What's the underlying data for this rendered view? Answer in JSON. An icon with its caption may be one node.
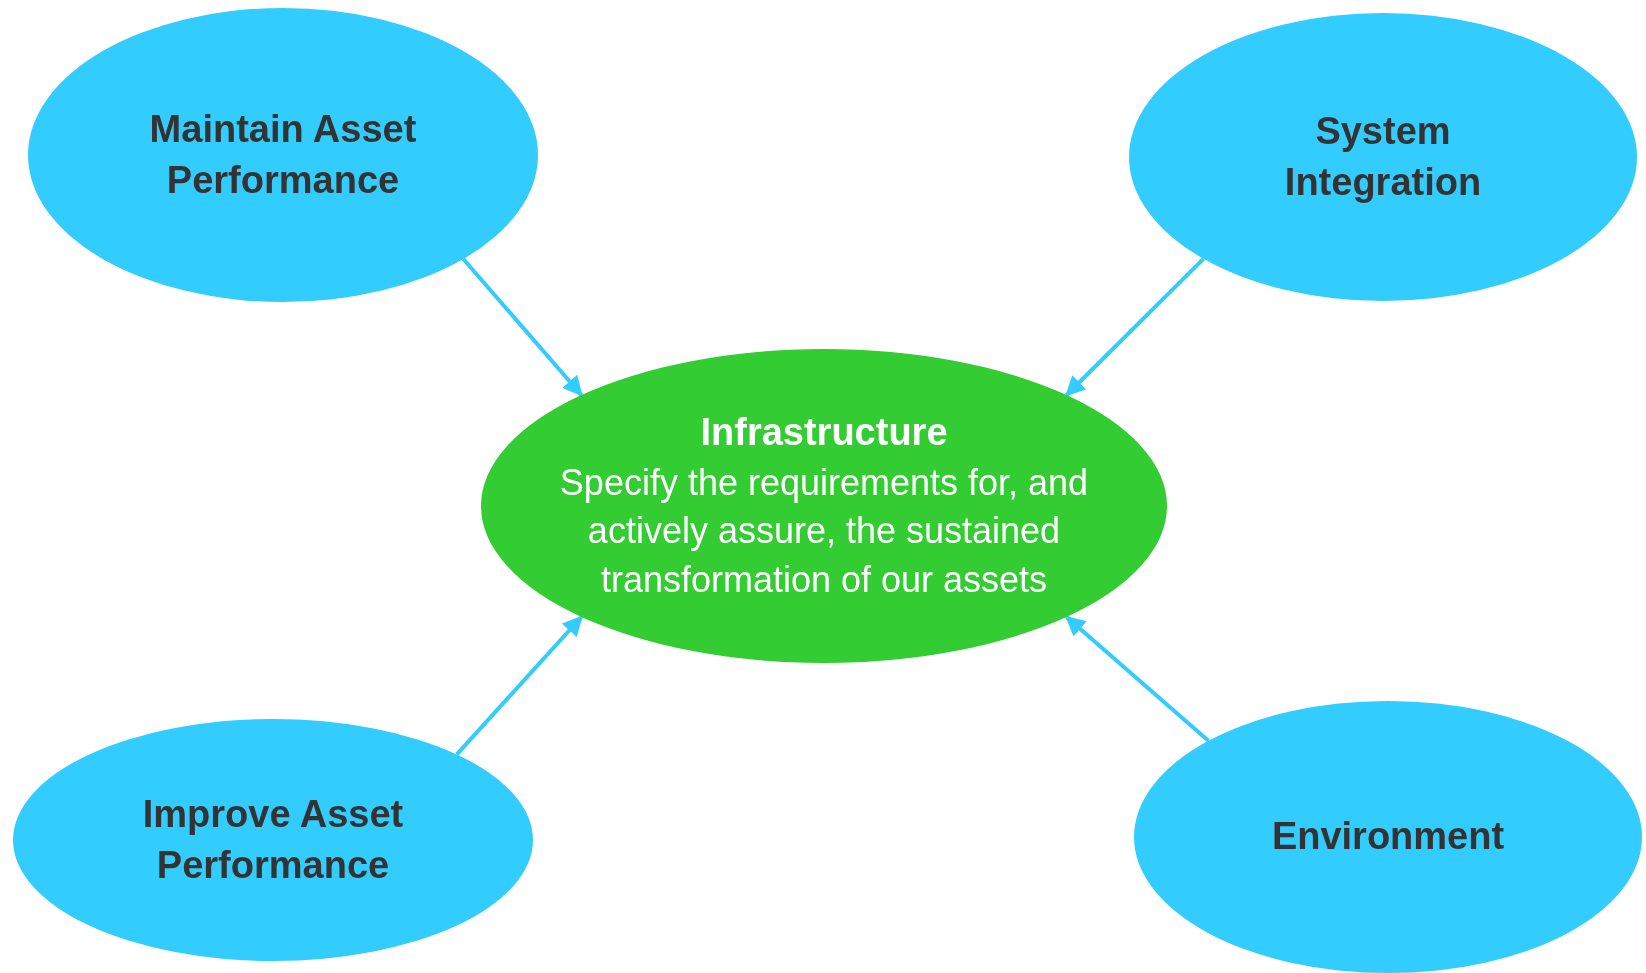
{
  "diagram": {
    "nodes": [
      {
        "text": [
          "Maintain Asset Performance"
        ]
      },
      {
        "text": [
          "System Integration"
        ]
      },
      {
        "text": [
          "Infrastructure",
          "Specify the requirements for, and actively assure, the sustained transformation of our assets"
        ]
      },
      {
        "text": [
          "Improve Asset Performance"
        ]
      },
      {
        "text": [
          "Environment"
        ]
      }
    ],
    "edges": [
      {
        "from": 0,
        "to": 2,
        "arrow": "to"
      },
      {
        "from": 1,
        "to": 2,
        "arrow": "to"
      },
      {
        "from": 3,
        "to": 2,
        "arrow": "to"
      },
      {
        "from": 4,
        "to": 2,
        "arrow": "to"
      }
    ]
  }
}
